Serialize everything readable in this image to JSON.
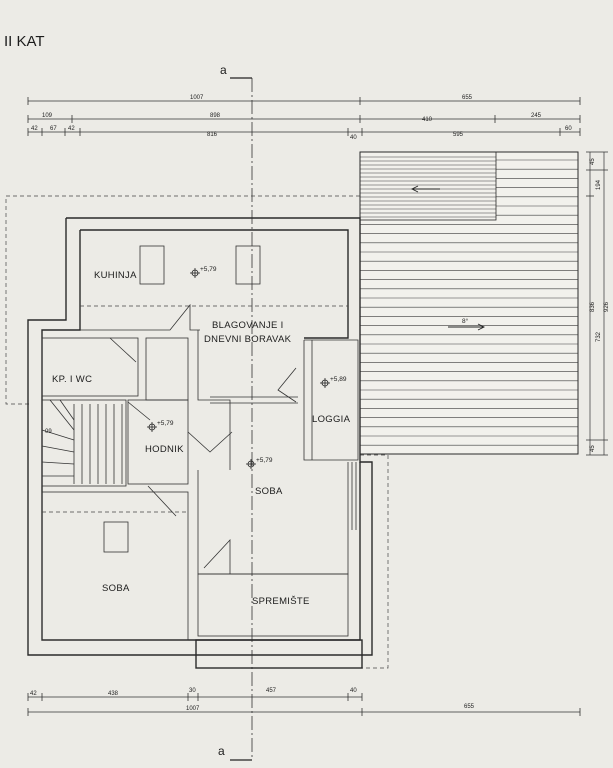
{
  "title": "II KAT",
  "section_marker": "a",
  "dimensions": {
    "top_row1": [
      "1007",
      "655"
    ],
    "top_row2": [
      "109",
      "898",
      "410",
      "245"
    ],
    "top_row3": [
      "42",
      "67",
      "42",
      "816",
      "40",
      "595",
      "60"
    ],
    "right_side": [
      "45",
      "194",
      "836",
      "926",
      "732",
      "45"
    ],
    "bottom_row1": [
      "42",
      "438",
      "30",
      "457",
      "40"
    ],
    "bottom_row2": [
      "1007",
      "655"
    ],
    "stair_label": "09"
  },
  "rooms": {
    "kuhinja": "KUHINJA",
    "blagovanje_1": "BLAGOVANJE I",
    "blagovanje_2": "DNEVNI BORAVAK",
    "kp_wc": "KP. I WC",
    "hodnik": "HODNIK",
    "loggia": "LOGGIA",
    "soba_center": "SOBA",
    "soba_left": "SOBA",
    "spremiste": "SPREMIŠTE"
  },
  "levels": {
    "kuhinja": "+5,79",
    "loggia": "+5,89",
    "hodnik": "+5,79",
    "soba": "+5,79"
  },
  "roof": {
    "slope_upper": "",
    "slope_main": "8°"
  }
}
